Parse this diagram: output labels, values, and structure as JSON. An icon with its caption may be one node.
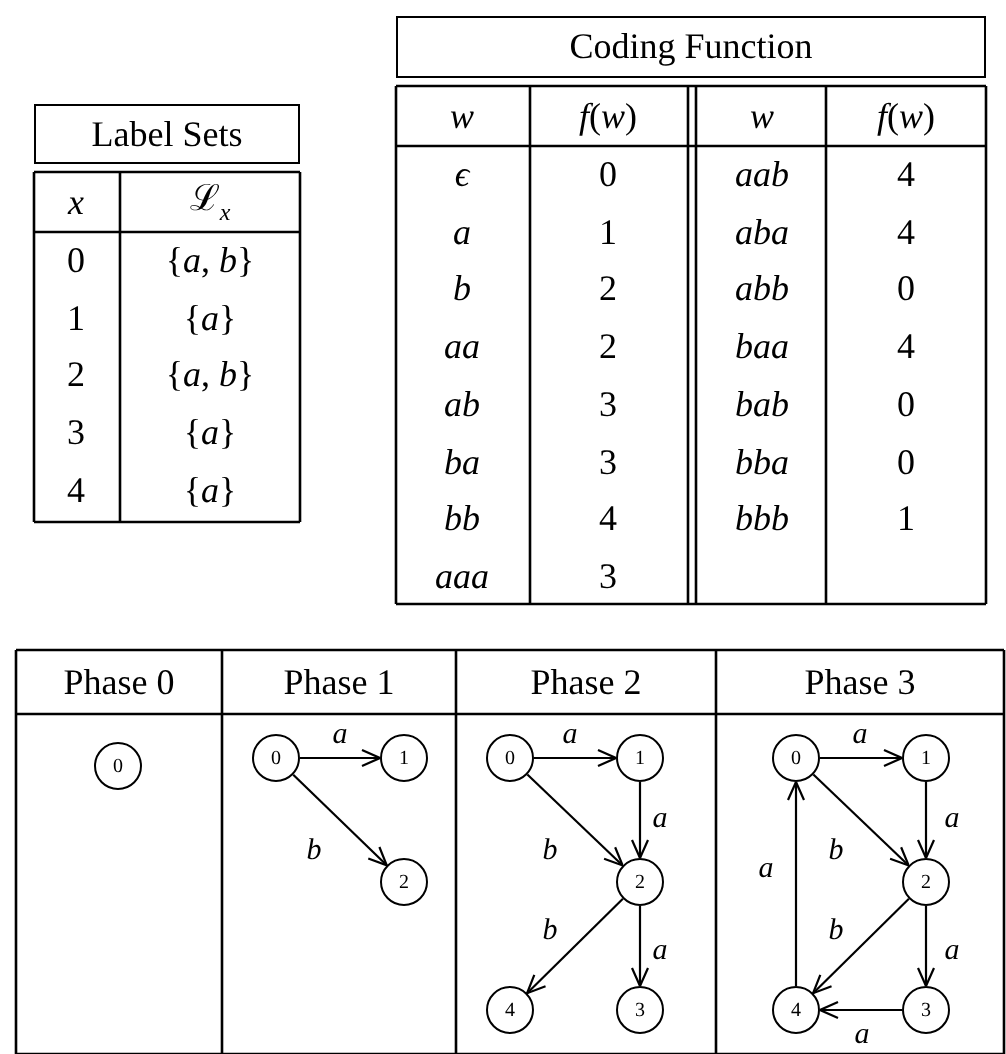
{
  "diagram": {
    "nodes": [
      {
        "text": [
          "0"
        ]
      },
      {
        "text": [
          "0"
        ]
      },
      {
        "text": [
          "1"
        ]
      },
      {
        "text": [
          "2"
        ]
      },
      {
        "text": [
          "0"
        ]
      },
      {
        "text": [
          "1"
        ]
      },
      {
        "text": [
          "2"
        ]
      },
      {
        "text": [
          "4"
        ]
      },
      {
        "text": [
          "3"
        ]
      },
      {
        "text": [
          "0"
        ]
      },
      {
        "text": [
          "1"
        ]
      },
      {
        "text": [
          "2"
        ]
      },
      {
        "text": [
          "4"
        ]
      },
      {
        "text": [
          "3"
        ]
      }
    ],
    "edges": [
      {
        "from": 1,
        "to": 2,
        "arrow": "to",
        "label": "a"
      },
      {
        "from": 1,
        "to": 3,
        "arrow": "to",
        "label": "b"
      },
      {
        "from": 4,
        "to": 5,
        "arrow": "to",
        "label": "a"
      },
      {
        "from": 5,
        "to": 6,
        "arrow": "to",
        "label": "a"
      },
      {
        "from": 4,
        "to": 6,
        "arrow": "to",
        "label": "b"
      },
      {
        "from": 6,
        "to": 7,
        "arrow": "to",
        "label": "b"
      },
      {
        "from": 6,
        "to": 8,
        "arrow": "to",
        "label": "a"
      },
      {
        "from": 9,
        "to": 10,
        "arrow": "to",
        "label": "a"
      },
      {
        "from": 10,
        "to": 11,
        "arrow": "to",
        "label": "a"
      },
      {
        "from": 9,
        "to": 11,
        "arrow": "to",
        "label": "b"
      },
      {
        "from": 11,
        "to": 12,
        "arrow": "to",
        "label": "b"
      },
      {
        "from": 11,
        "to": 13,
        "arrow": "to",
        "label": "a"
      },
      {
        "from": 13,
        "to": 12,
        "arrow": "to",
        "label": "a"
      },
      {
        "from": 12,
        "to": 9,
        "arrow": "to",
        "label": "a"
      }
    ],
    "labels": [
      "Label Sets",
      "x",
      "ℒ$_{x}$",
      "0",
      "{*a*, *b*}",
      "1",
      "{*a*}",
      "2",
      "{*a*, *b*}",
      "3",
      "{*a*}",
      "4",
      "{*a*}",
      "Coding Function",
      "w",
      "*f*(*w*)",
      "w",
      "*f*(*w*)",
      "ϵ",
      "0",
      "aab",
      "4",
      "a",
      "1",
      "aba",
      "4",
      "b",
      "2",
      "abb",
      "0",
      "aa",
      "2",
      "baa",
      "4",
      "ab",
      "3",
      "bab",
      "0",
      "ba",
      "3",
      "bba",
      "0",
      "bb",
      "4",
      "bbb",
      "1",
      "aaa",
      "3",
      "Phase 0",
      "Phase 1",
      "Phase 2",
      "Phase 3"
    ]
  }
}
